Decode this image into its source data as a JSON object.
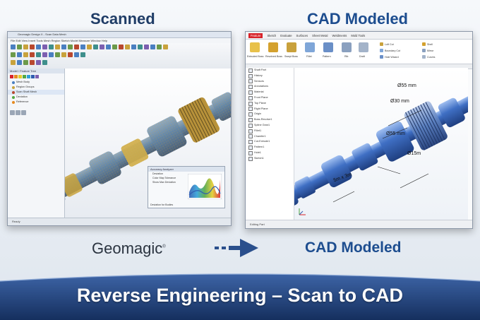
{
  "headings": {
    "left": "Scanned",
    "right": "CAD Modeled"
  },
  "left_window": {
    "title": "Geomagic Design X - Scan Data Mesh",
    "menu": "File  Edit  View  Insert  Tools  Mesh  Region  Sketch  Model  Measure  Window  Help",
    "panel_title": "Model / Feature Tree",
    "panel_rows": [
      "Mesh Body",
      "Region Groups",
      "Scan Shaft Mesh",
      "Deviation",
      "Reference"
    ],
    "deviation_panel": {
      "title": "Accuracy Analyzer",
      "rows": [
        "Deviation",
        "Color Map Tolerance",
        "Show Max Deviation"
      ],
      "footer": "Deviation for Bodies"
    },
    "status": "Ready"
  },
  "right_window": {
    "tabs": [
      "Feature",
      "Sketch",
      "Evaluate",
      "Surfaces",
      "Sheet Metal",
      "Weldments",
      "Mold Tools"
    ],
    "ribbon_big": [
      "Extruded Boss",
      "Revolved Boss",
      "Swept Boss",
      "Fillet",
      "Pattern",
      "Rib",
      "Draft"
    ],
    "ribbon_small": [
      "Loft Cut",
      "Boundary Cut",
      "Hole Wizard",
      "Shell",
      "Mirror",
      "Curves"
    ],
    "tree": [
      "Shaft Part",
      "History",
      "Sensors",
      "Annotations",
      "Material",
      "Front Plane",
      "Top Plane",
      "Right Plane",
      "Origin",
      "Boss-Revolve1",
      "Spline Gear1",
      "Fillet1",
      "Chamfer1",
      "Cut-Extrude1",
      "Pattern1",
      "Hole1",
      "Sketch1"
    ],
    "dimensions": [
      "Ø55 mm",
      "Ø30 mm",
      "Ø55 mm",
      "Ø15m",
      "5m x 3m"
    ],
    "status": "Editing Part"
  },
  "bottom": {
    "brand": "Geomagic",
    "brand_mark": "®",
    "cad_label": "CAD Modeled"
  },
  "banner": {
    "title": "Reverse Engineering – Scan to CAD"
  },
  "colors": {
    "heading_left": "#1f3c66",
    "heading_right": "#1d4d8f",
    "banner": "#1e3f73",
    "cad_part": "#2f5cb0",
    "scan_blue": "#4a7fc1",
    "scan_gold": "#c8a23c"
  }
}
